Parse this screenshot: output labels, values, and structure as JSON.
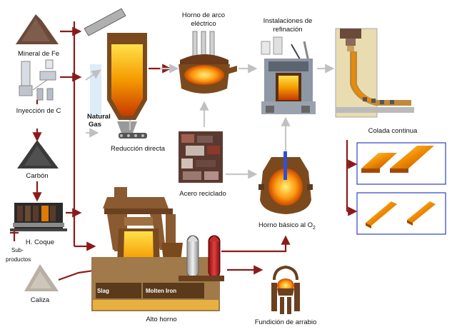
{
  "colors": {
    "arrow_red": "#8b1a1a",
    "arrow_grey": "#c8c8c8",
    "molten": "#f08a00",
    "furnace_brown": "#7a4a1e",
    "box_border": "#3040c0"
  },
  "labels": {
    "mineral_fe": "Mineral de Fe",
    "inyeccion_c": "Inyección de C",
    "carbon": "Carbón",
    "h_coque": "H. Coque",
    "sub": "Sub-",
    "productos": "productos",
    "caliza": "Caliza",
    "natural": "Natural",
    "gas": "Gas",
    "reduccion_directa": "Reducción directa",
    "horno_arco_1": "Horno de arco",
    "horno_arco_2": "eléctrico",
    "instalaciones_1": "Instalaciones de",
    "instalaciones_2": "refinación",
    "colada_continua": "Colada continua",
    "acero_reciclado": "Acero reciclado",
    "horno_basico": "Horno básico al O",
    "horno_basico_sub": "2",
    "alto_horno": "Alto horno",
    "slag": "Slag",
    "molten_iron": "Molten Iron",
    "fundicion_arrabio": "Fundición de arrabio"
  },
  "icons": [
    "iron-ore-pile-icon",
    "carbon-injection-plant-icon",
    "coal-pile-icon",
    "coke-oven-icon",
    "limestone-pile-icon",
    "direct-reduction-furnace-icon",
    "electric-arc-furnace-icon",
    "refining-ladle-icon",
    "continuous-caster-icon",
    "steel-slab-icon",
    "steel-billet-icon",
    "recycled-scrap-icon",
    "basic-oxygen-furnace-icon",
    "blast-furnace-icon",
    "pig-iron-ladle-icon"
  ]
}
